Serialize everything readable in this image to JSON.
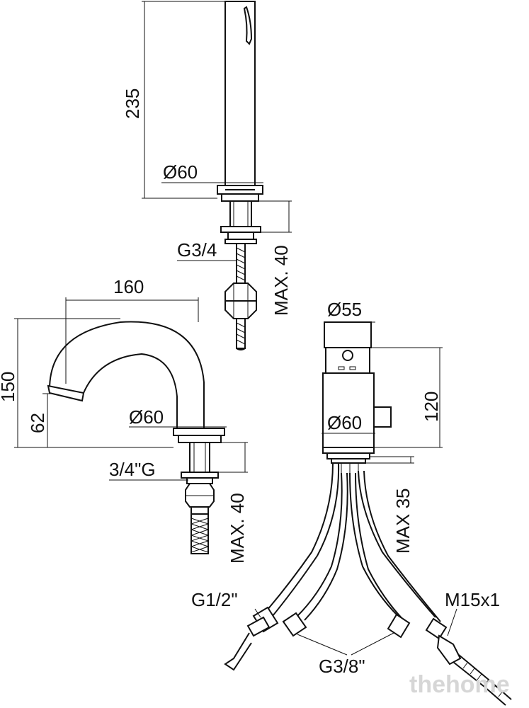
{
  "labels": {
    "dim_235": "235",
    "dia_60_top": "Ø60",
    "thread_g34": "G3/4",
    "max40_top": "MAX. 40",
    "dim_160": "160",
    "dim_150": "150",
    "dim_62": "62",
    "dia_60_spout": "Ø60",
    "thread_34g": "3/4\"G",
    "max40_spout": "MAX. 40",
    "dia_55": "Ø55",
    "dim_120": "120",
    "dia_60_mixer": "Ø60",
    "max35": "MAX 35",
    "g12": "G1/2\"",
    "m15x1": "M15x1",
    "g38": "G3/8\""
  },
  "watermark": "thehome"
}
